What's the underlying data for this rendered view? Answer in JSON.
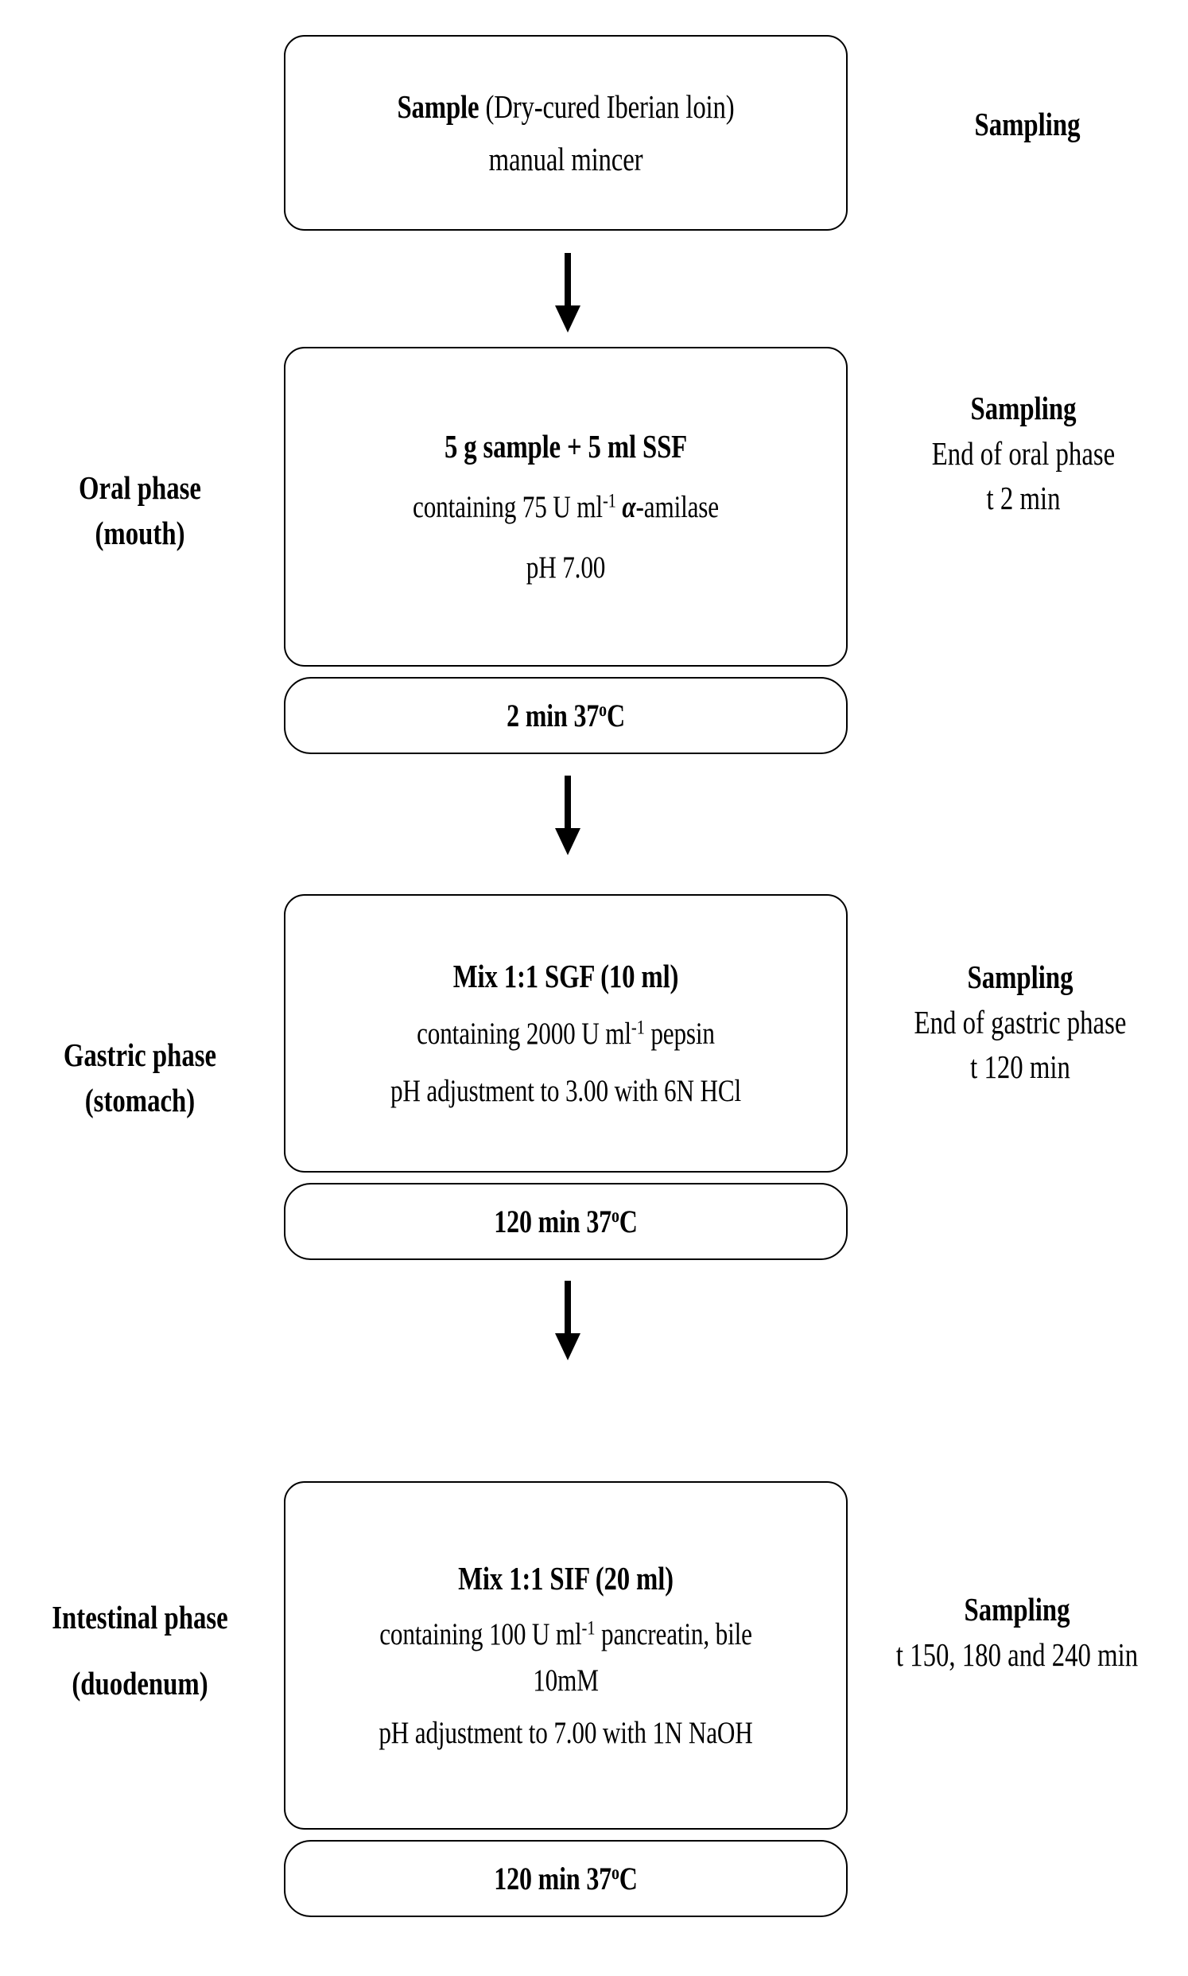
{
  "diagram": {
    "title": "In vitro gastrointestinal digestion flow diagram",
    "background_color": "#ffffff",
    "line_color": "#000000"
  },
  "steps": [
    {
      "id": "sample",
      "box_lines": [
        {
          "text": "Sample (Dry-cured Iberian loin)",
          "emphasis": "mixed"
        },
        {
          "text": "manual mincer",
          "emphasis": "normal"
        }
      ],
      "sample_head": "Sample",
      "sample_rest": " (Dry-cured Iberian loin)",
      "line2": "manual mincer"
    },
    {
      "id": "oral",
      "heading": "5 g sample + 5 ml SSF",
      "line2_pre": "containing 75 U ml",
      "line2_exp": "-1",
      "line2_alpha": "α",
      "line2_post": "-amilase",
      "line3": "pH 7.00",
      "time_value": "2 min 37",
      "time_unit": "C"
    },
    {
      "id": "gastric",
      "heading": "Mix 1:1 SGF (10 ml)",
      "line2_pre": "containing 2000 U ml",
      "line2_exp": "-1",
      "line2_post": " pepsin",
      "line3": "pH adjustment to 3.00 with 6N HCl",
      "time_value": "120 min 37",
      "time_unit": "C"
    },
    {
      "id": "intestinal",
      "heading": "Mix 1:1 SIF (20 ml)",
      "line2_pre": "containing 100 U ml",
      "line2_exp": "-1",
      "line2_post": " pancreatin, bile",
      "line3": "10mM",
      "line4": "pH adjustment to 7.00 with 1N NaOH",
      "time_value": "120 min 37",
      "time_unit": "C"
    }
  ],
  "phase_labels": {
    "oral": {
      "line1": "Oral phase",
      "line2": "(mouth)"
    },
    "gastric": {
      "line1": "Gastric phase",
      "line2": "(stomach)"
    },
    "intestinal": {
      "line1": "Intestinal phase",
      "line2": "(duodenum)"
    }
  },
  "sampling_labels": {
    "sample": {
      "line1": "Sampling"
    },
    "oral": {
      "line1": "Sampling",
      "line2": "End of oral phase",
      "line3": "t 2 min"
    },
    "gastric": {
      "line1": "Sampling",
      "line2": "End of gastric phase",
      "line3": "t 120 min"
    },
    "intestinal": {
      "line1": "Sampling",
      "line2": "t 150, 180 and 240 min"
    }
  }
}
